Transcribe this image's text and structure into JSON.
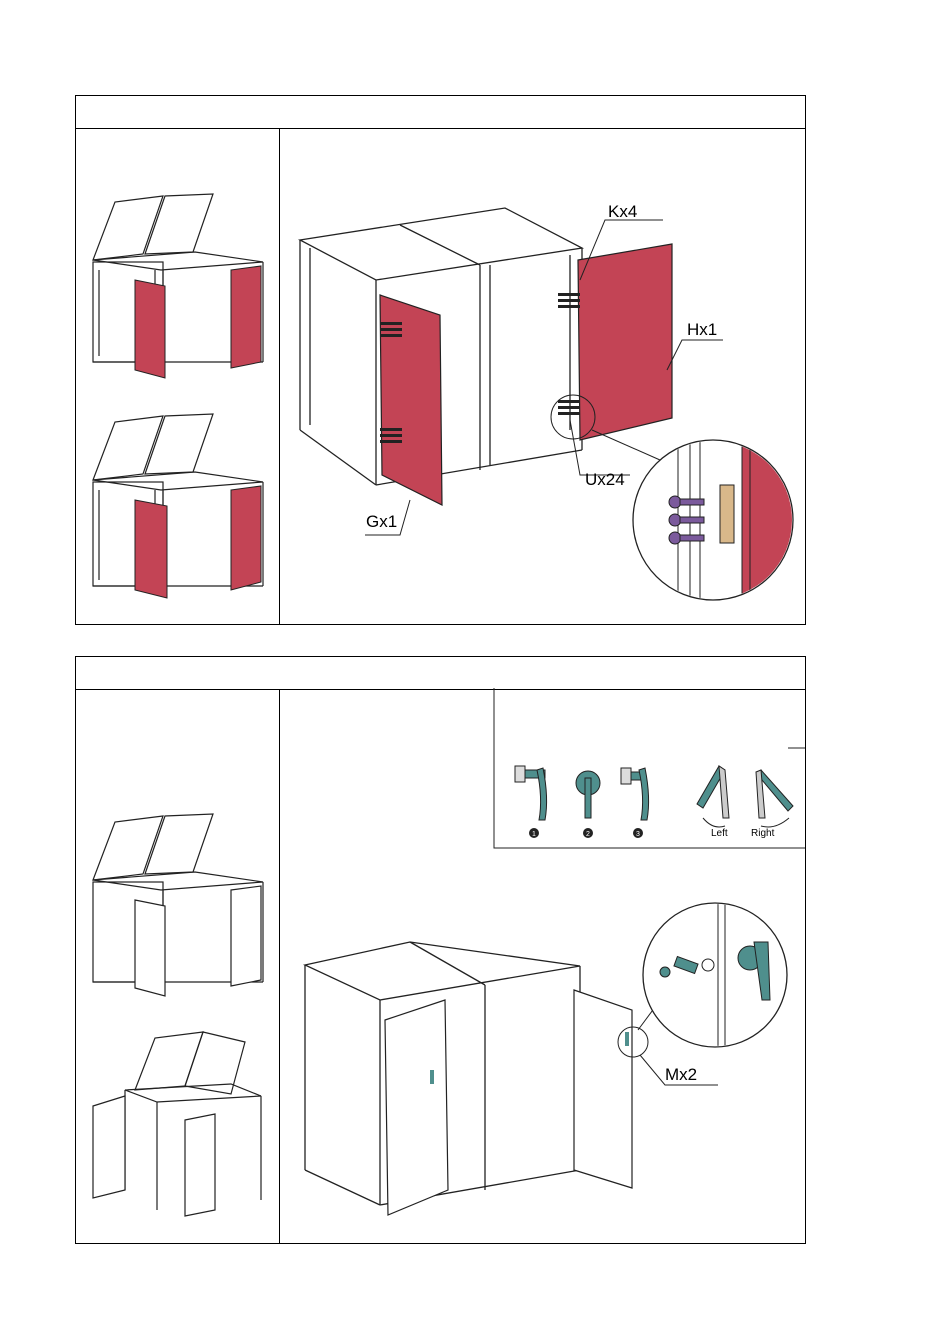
{
  "step1": {
    "labels": {
      "k": "Kx4",
      "h": "Hx1",
      "u": "Ux24",
      "g": "Gx1"
    }
  },
  "step2": {
    "labels": {
      "m": "Mx2"
    },
    "inset": {
      "left": "Left",
      "right": "Right"
    }
  },
  "colors": {
    "door": "#c34455",
    "handle": "#4f8f8d",
    "screw": "#7b5a9c",
    "hinge": "#d9b88a"
  }
}
